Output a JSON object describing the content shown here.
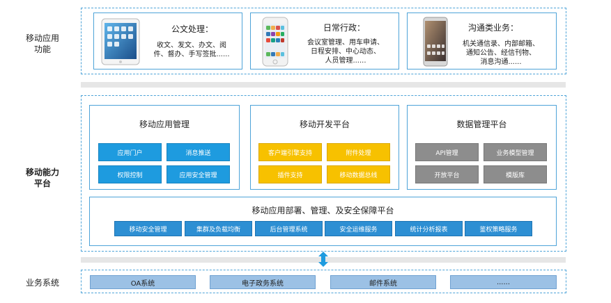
{
  "rows": {
    "apps_label": "移动应用\n功能",
    "platform_label": "移动能力\n平台",
    "business_label": "业务系统"
  },
  "apps": [
    {
      "title": "公文处理：",
      "text": "收文、发文、办文、阅\n件、督办、手写签批......",
      "device": "tablet-icon"
    },
    {
      "title": "日常行政：",
      "text": "会议室管理、用车申请、\n日程安排、中心动态、\n人员管理......",
      "device": "phone-icon"
    },
    {
      "title": "沟通类业务：",
      "text": "机关通信录、内部邮箱、\n通知公告、经信刊物、\n消息沟通......",
      "device": "phablet-icon"
    }
  ],
  "platforms": [
    {
      "title": "移动应用管理",
      "color": "blue",
      "buttons": [
        "应用门户",
        "消息推送",
        "权限控制",
        "应用安全管理"
      ]
    },
    {
      "title": "移动开发平台",
      "color": "yellow",
      "buttons": [
        "客户端引擎支持",
        "附件处理",
        "插件支持",
        "移动数据总线"
      ]
    },
    {
      "title": "数据管理平台",
      "color": "gray",
      "buttons": [
        "API管理",
        "业务模型管理",
        "开放平台",
        "模版库"
      ]
    }
  ],
  "security": {
    "title": "移动应用部署、管理、及安全保障平台",
    "buttons": [
      "移动安全管理",
      "集群及负载均衡",
      "后台管理系统",
      "安全运维服务",
      "统计分析报表",
      "鉴权策略服务"
    ]
  },
  "business": [
    "OA系统",
    "电子政务系统",
    "邮件系统",
    "......"
  ],
  "colors": {
    "border": "#4da3d8",
    "blue": "#1e9bdf",
    "yellow": "#f7c100",
    "gray": "#8d8d8d",
    "strip": "#2d8fd3",
    "biz": "#9cc1e5",
    "arrow": "#1e9bdf"
  }
}
